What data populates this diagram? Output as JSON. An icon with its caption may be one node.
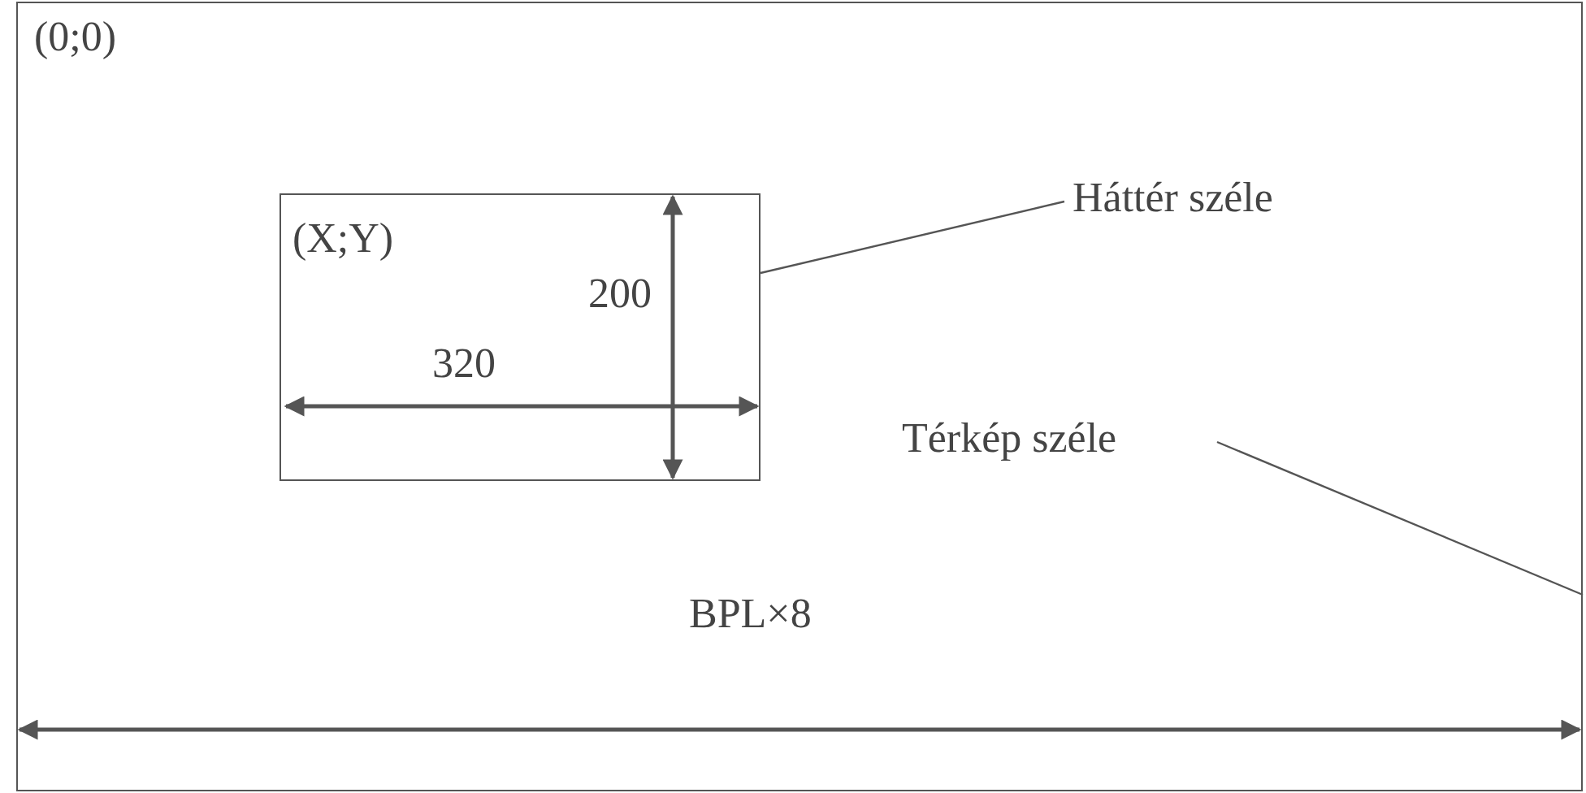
{
  "diagram": {
    "nodes": [
      {
        "text": [
          "(0;0)"
        ]
      },
      {
        "text": [
          "(X;Y)"
        ],
        "in": 0
      },
      {
        "text": [
          "Háttér széle"
        ],
        "in": 0
      },
      {
        "text": [
          "Térkép széle"
        ],
        "in": 0
      }
    ],
    "edges": [
      {
        "from": 2,
        "to": 1,
        "arrow": "none"
      },
      {
        "from": 3,
        "to": 0,
        "arrow": "none"
      }
    ],
    "labels": [
      "200",
      "320",
      "BPL×8"
    ]
  }
}
